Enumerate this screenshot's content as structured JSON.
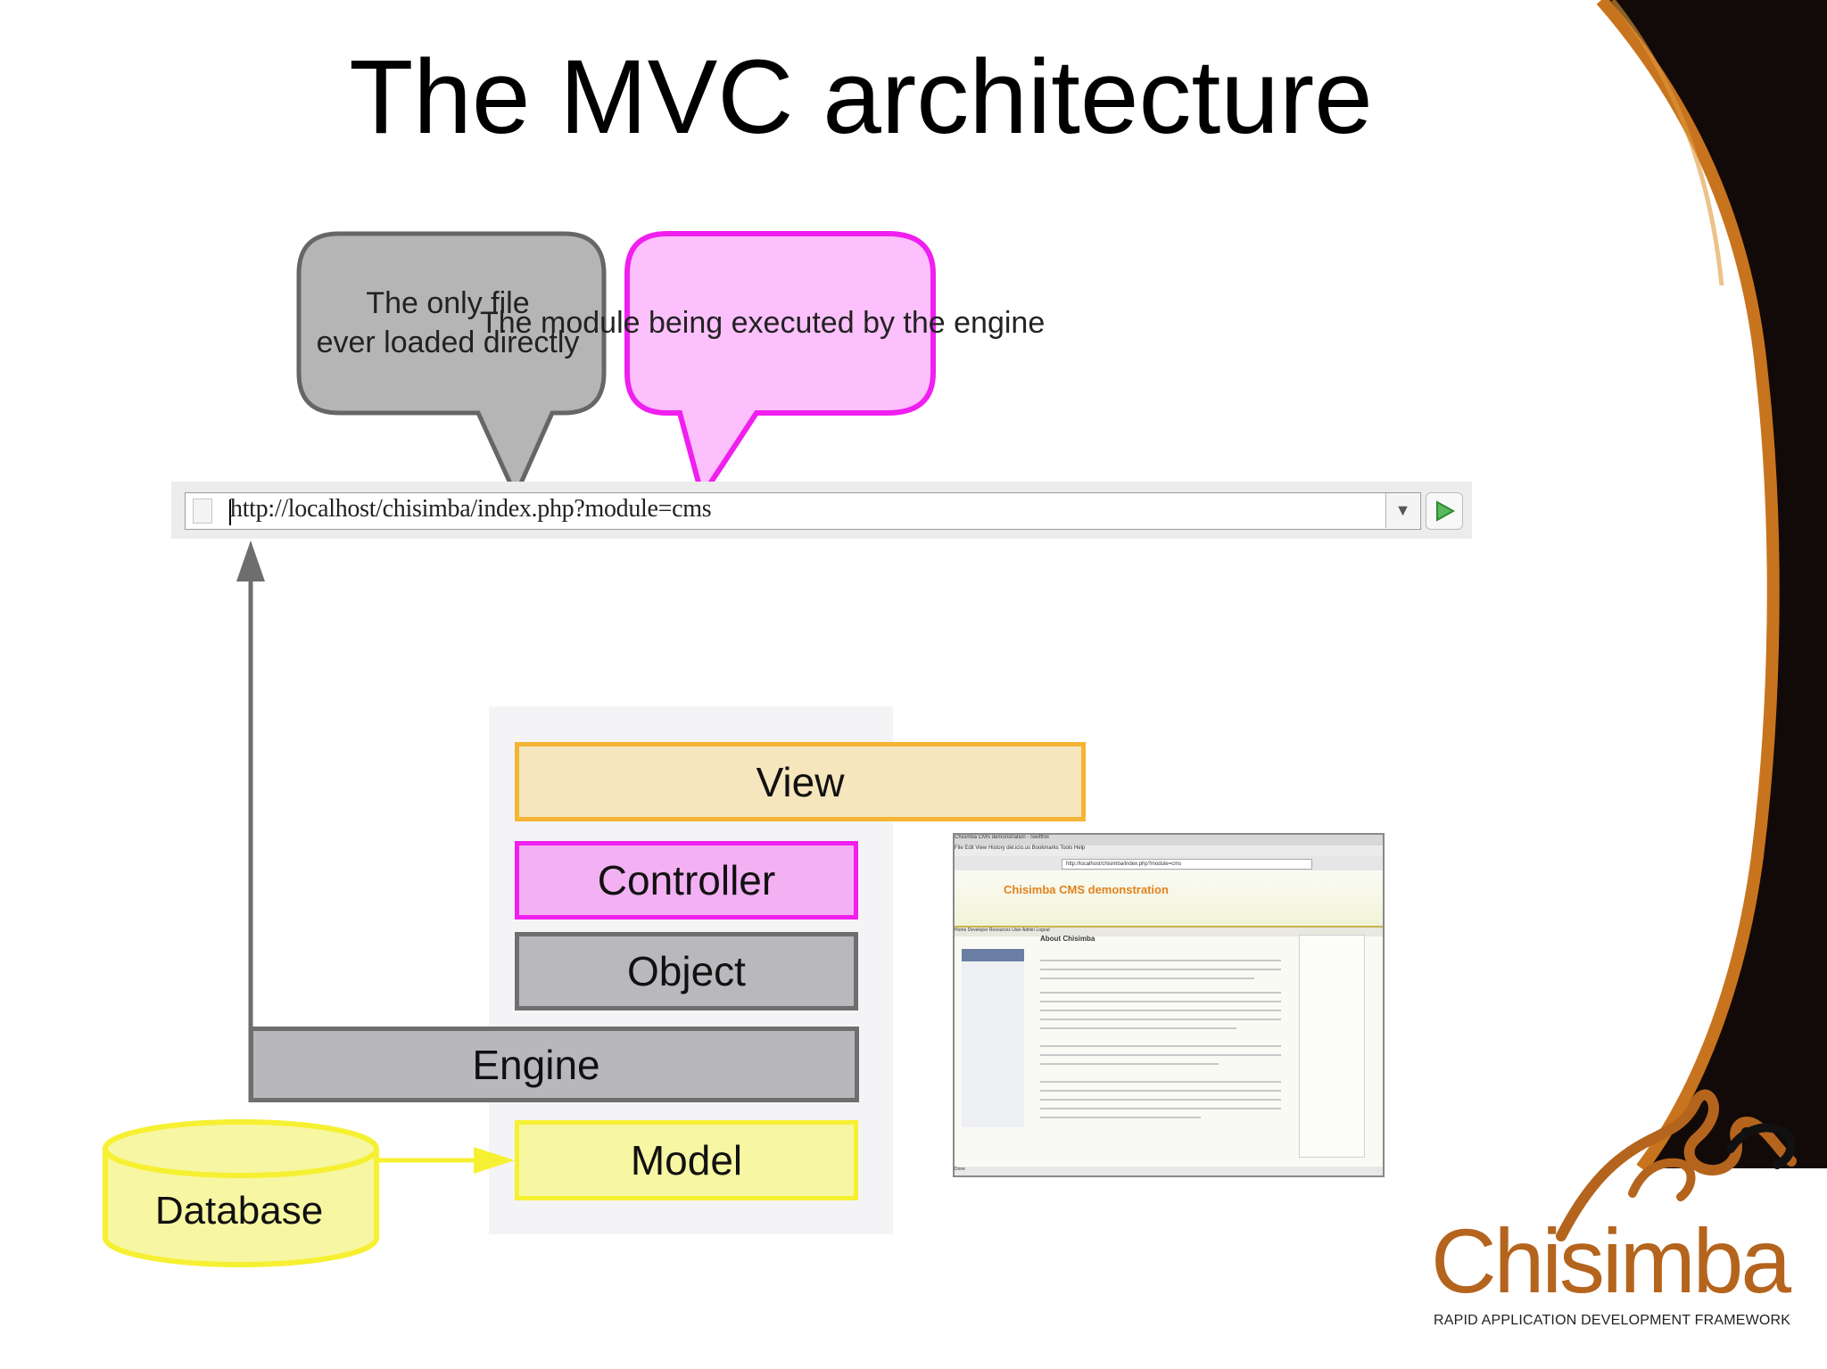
{
  "title": "The MVC architecture",
  "callouts": {
    "index_file": {
      "line1": "The only file",
      "line2": "ever loaded directly"
    },
    "module": "The module being executed by the engine"
  },
  "url_bar": {
    "url": "http://localhost/chisimba/index.php?module=cms"
  },
  "layers": {
    "view": "View",
    "controller": "Controller",
    "object": "Object",
    "engine": "Engine",
    "model": "Model"
  },
  "database": "Database",
  "browser_thumbnail": {
    "window_title": "Chisimba CMS demonstration - Swiftfox",
    "menu": [
      "File",
      "Edit",
      "View",
      "History",
      "del.icio.us",
      "Bookmarks",
      "Tools",
      "Help"
    ],
    "url": "http://localhost/chisimba/index.php?module=cms",
    "site_title": "Chisimba CMS demonstration",
    "nav": [
      "Home",
      "Developer",
      "Resources",
      "User",
      "Admin",
      "Logout"
    ],
    "heading": "About Chisimba",
    "status": "Done"
  },
  "logo": {
    "word": "Chisimba",
    "tagline": "RAPID APPLICATION DEVELOPMENT FRAMEWORK"
  },
  "colors": {
    "view_fill": "#f5e6be",
    "view_border": "#f5b433",
    "controller_fill": "#f3b0f3",
    "controller_border": "#f01ff0",
    "object_fill": "#b9b8bc",
    "engine_fill": "#b8b7bb",
    "grey_border": "#6e6e6e",
    "model_fill": "#f7f6a2",
    "model_border": "#f6f032",
    "magenta_bubble_fill": "#fcc0fc",
    "grey_bubble_fill": "#b5b5b5",
    "logo_brown": "#b5641d"
  }
}
